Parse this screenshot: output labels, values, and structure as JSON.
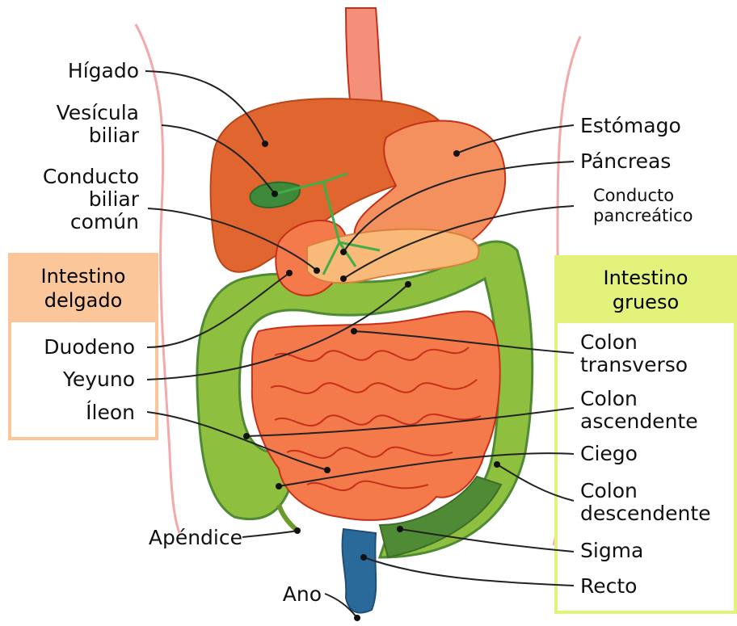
{
  "labels": {
    "higado": "Hígado",
    "vesicula": [
      "Vesícula",
      "biliar"
    ],
    "conducto_biliar": [
      "Conducto",
      "biliar",
      "común"
    ],
    "duodeno": "Duodeno",
    "yeyuno": "Yeyuno",
    "ileon": "Íleon",
    "apendice": "Apéndice",
    "ano": "Ano",
    "estomago": "Estómago",
    "pancreas": "Páncreas",
    "conducto_pancreatico": [
      "Conducto",
      "pancreático"
    ],
    "colon_transverso": [
      "Colon",
      "transverso"
    ],
    "colon_ascendente": [
      "Colon",
      "ascendente"
    ],
    "ciego": "Ciego",
    "colon_descendente": [
      "Colon",
      "descendente"
    ],
    "sigma": "Sigma",
    "recto": "Recto"
  },
  "groups": {
    "small_intestine": [
      "Intestino",
      "delgado"
    ],
    "large_intestine": [
      "Intestino",
      "grueso"
    ]
  },
  "colors": {
    "organ_orange": "#f28040",
    "liver": "#e0652e",
    "intestine_red": "#c73018",
    "colon_green": "#8fbf3f",
    "colon_dark": "#4f8a34",
    "rectum_blue": "#2a6a9a",
    "small_box": "#fbc79a",
    "large_box": "#e2f27a",
    "outline": "#f3a9a9"
  }
}
